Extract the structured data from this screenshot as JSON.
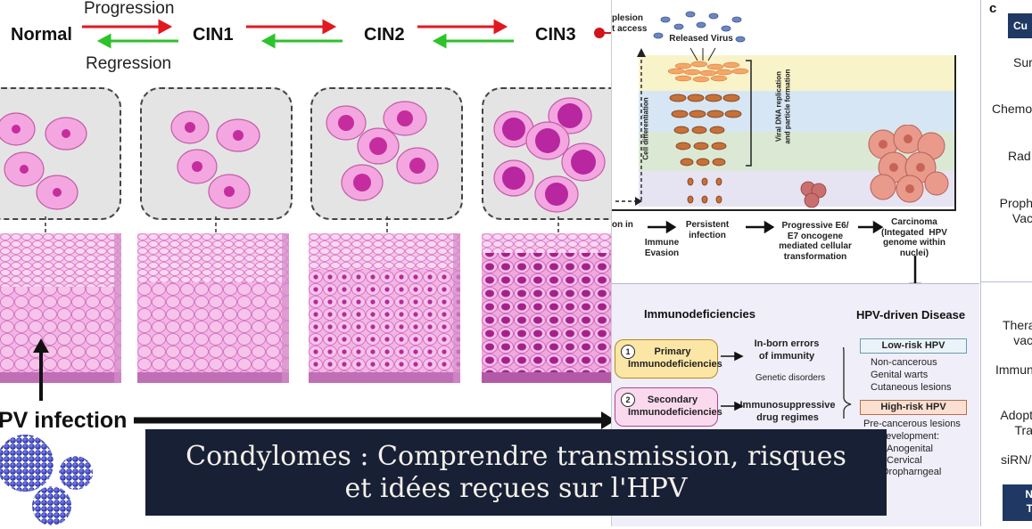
{
  "stages": [
    "Normal",
    "CIN1",
    "CIN2",
    "CIN3"
  ],
  "progression_label": "Progression",
  "regression_label": "Regression",
  "infection_label": "PV infection",
  "right_diagram": {
    "top_left_text": "plesion\nt access",
    "released_virus": "Released Virus",
    "cell_differentiation": "Cell differentiation",
    "viral_replication": "Viral DNA replication\nand particle formation",
    "flow": [
      "on in",
      "Persistent\ninfection",
      "Progressive E6/\nE7 oncogene\nmediated cellular\ntransformation",
      "Carcinoma\n(Integated  HPV\ngenome within\nnuclei)"
    ],
    "immune_evasion": "Immune\nEvasion"
  },
  "immuno": {
    "heading": "Immunodeficiencies",
    "items": [
      {
        "num": "1",
        "label": "Primary\nImmunodeficiencies",
        "result": "In-born errors\nof immunity",
        "sub": "Genetic disorders"
      },
      {
        "num": "2",
        "label": "Secondary\nImmunodeficiencies",
        "result": "Immunosuppressive\ndrug regimes",
        "sub": ""
      }
    ]
  },
  "hpv_disease": {
    "heading": "HPV-driven Disease",
    "low_risk": "Low-risk HPV",
    "low_items": [
      "Non-cancerous",
      "Genital warts",
      "Cutaneous lesions"
    ],
    "high_risk": "High-risk HPV",
    "high_items": [
      "Pre-cancerous lesions",
      "our development:",
      "Anogenital",
      "Cervical",
      "Oropharngeal"
    ]
  },
  "panel_c": {
    "letter": "c",
    "header": "Cu",
    "items": [
      "Sur",
      "Chemo",
      "Rad",
      "Proph\nVac"
    ],
    "items2": [
      "Thera\nvac",
      "Immun",
      "Adopt\nTra",
      "siRN/"
    ],
    "footer": "N\nT"
  },
  "banner": {
    "line1": "Condylomes : Comprendre transmission, risques",
    "line2": "et idées reçues sur l'HPV"
  },
  "colors": {
    "progression": "#e0191f",
    "regression": "#2ec22b",
    "navy": "#1f3864",
    "banner": "#182036"
  }
}
